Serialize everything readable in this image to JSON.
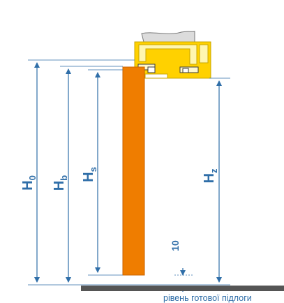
{
  "colors": {
    "dimension": "#2f6ea8",
    "leaf": "#ef7d00",
    "leaf_edge": "#c96300",
    "profile": "#ffd100",
    "profile_edge": "#c9a600",
    "profile_dark": "#3a3a3a",
    "panel": "#dcdcdc",
    "panel_edge": "#777777",
    "floor": "#555555",
    "floor_text": "#2f6ea8"
  },
  "labels": {
    "h0": {
      "main": "H",
      "sub": "0"
    },
    "hb": {
      "main": "H",
      "sub": "b"
    },
    "hs": {
      "main": "H",
      "sub": "s"
    },
    "hz": {
      "main": "H",
      "sub": "z"
    },
    "gap": "10",
    "floor": "рівень готової підлоги"
  }
}
